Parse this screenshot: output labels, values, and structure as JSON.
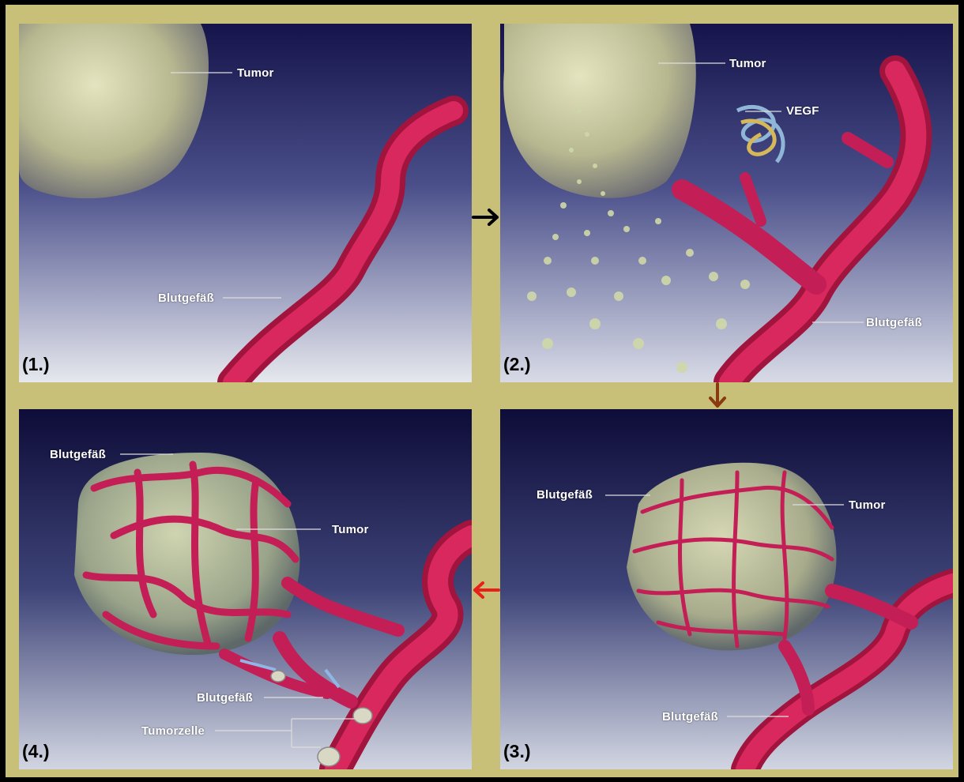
{
  "panels": [
    {
      "step": "(1.)",
      "labels": {
        "tumor": "Tumor",
        "vessel": "Blutgefäß"
      }
    },
    {
      "step": "(2.)",
      "labels": {
        "tumor": "Tumor",
        "vegf": "VEGF",
        "vessel": "Blutgefäß"
      }
    },
    {
      "step": "(3.)",
      "labels": {
        "vessel_top": "Blutgefäß",
        "tumor": "Tumor",
        "vessel_bottom": "Blutgefäß"
      }
    },
    {
      "step": "(4.)",
      "labels": {
        "vessel_top": "Blutgefäß",
        "tumor": "Tumor",
        "vessel_bottom": "Blutgefäß",
        "tumor_cell": "Tumorzelle"
      }
    }
  ],
  "colors": {
    "frame": "#c8bf78",
    "arrow_1_to_2": "#000000",
    "arrow_2_to_3": "#8a3a10",
    "arrow_3_to_4": "#e8201a",
    "vessel": "#c41e56",
    "tumor": "#c9c89e"
  }
}
